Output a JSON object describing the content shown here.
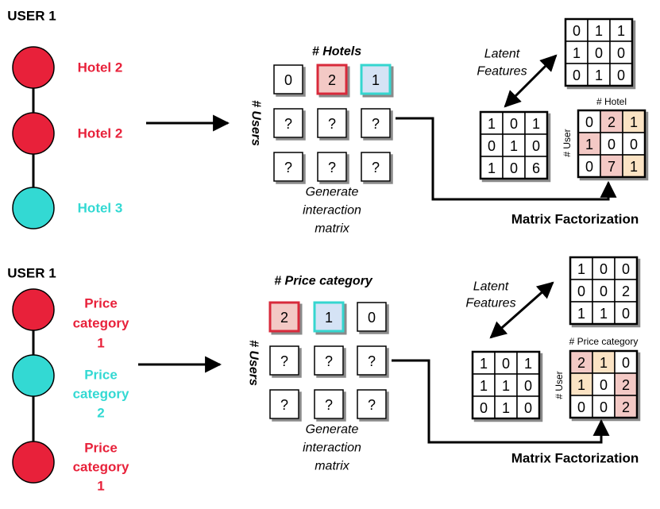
{
  "colors": {
    "red": "#e8213a",
    "cyan": "#33d9d3",
    "pink_fill": "#f3c9c5",
    "peach_fill": "#fbe3c4",
    "blue_fill": "#d5e3f5",
    "red_border": "#d8293b",
    "cyan_border": "#34d6cf"
  },
  "panels": [
    {
      "user_label": "USER 1",
      "nodes": [
        {
          "label": "Hotel 2",
          "color": "red"
        },
        {
          "label": "Hotel 2",
          "color": "red"
        },
        {
          "label": "Hotel 3",
          "color": "cyan"
        }
      ],
      "matrix_title": "# Hotels",
      "rows_label": "# Users",
      "top_row": [
        {
          "value": "0",
          "style": "plain"
        },
        {
          "value": "2",
          "style": "red"
        },
        {
          "value": "1",
          "style": "cyan"
        }
      ],
      "unknown_rows": [
        [
          "?",
          "?",
          "?"
        ],
        [
          "?",
          "?",
          "?"
        ]
      ],
      "generate_label": [
        "Generate",
        "interaction",
        "matrix"
      ],
      "latent_label": [
        "Latent",
        "Features"
      ],
      "item_factors": [
        [
          "0",
          "1",
          "1"
        ],
        [
          "1",
          "0",
          "0"
        ],
        [
          "0",
          "1",
          "0"
        ]
      ],
      "user_factors": [
        [
          "1",
          "0",
          "1"
        ],
        [
          "0",
          "1",
          "0"
        ],
        [
          "1",
          "0",
          "6"
        ]
      ],
      "result_col_label": "# Hotel",
      "result_row_label": "# User",
      "result": [
        [
          {
            "v": "0",
            "f": "none"
          },
          {
            "v": "2",
            "f": "pink"
          },
          {
            "v": "1",
            "f": "peach"
          }
        ],
        [
          {
            "v": "1",
            "f": "pink"
          },
          {
            "v": "0",
            "f": "none"
          },
          {
            "v": "0",
            "f": "none"
          }
        ],
        [
          {
            "v": "0",
            "f": "none"
          },
          {
            "v": "7",
            "f": "pink"
          },
          {
            "v": "1",
            "f": "peach"
          }
        ]
      ],
      "mf_label": "Matrix Factorization"
    },
    {
      "user_label": "USER 1",
      "nodes": [
        {
          "label": "Price category 1",
          "lines": [
            "Price",
            "category",
            "1"
          ],
          "color": "red"
        },
        {
          "label": "Price category 2",
          "lines": [
            "Price",
            "category",
            "2"
          ],
          "color": "cyan"
        },
        {
          "label": "Price category 1",
          "lines": [
            "Price",
            "category",
            "1"
          ],
          "color": "red"
        }
      ],
      "matrix_title": "# Price category",
      "rows_label": "# Users",
      "top_row": [
        {
          "value": "2",
          "style": "red"
        },
        {
          "value": "1",
          "style": "cyan"
        },
        {
          "value": "0",
          "style": "plain"
        }
      ],
      "unknown_rows": [
        [
          "?",
          "?",
          "?"
        ],
        [
          "?",
          "?",
          "?"
        ]
      ],
      "generate_label": [
        "Generate",
        "interaction",
        "matrix"
      ],
      "latent_label": [
        "Latent",
        "Features"
      ],
      "item_factors": [
        [
          "1",
          "0",
          "0"
        ],
        [
          "0",
          "0",
          "2"
        ],
        [
          "1",
          "1",
          "0"
        ]
      ],
      "user_factors": [
        [
          "1",
          "0",
          "1"
        ],
        [
          "1",
          "1",
          "0"
        ],
        [
          "0",
          "1",
          "0"
        ]
      ],
      "result_col_label": "# Price category",
      "result_row_label": "# User",
      "result": [
        [
          {
            "v": "2",
            "f": "pink"
          },
          {
            "v": "1",
            "f": "peach"
          },
          {
            "v": "0",
            "f": "none"
          }
        ],
        [
          {
            "v": "1",
            "f": "peach"
          },
          {
            "v": "0",
            "f": "none"
          },
          {
            "v": "2",
            "f": "pink"
          }
        ],
        [
          {
            "v": "0",
            "f": "none"
          },
          {
            "v": "0",
            "f": "none"
          },
          {
            "v": "2",
            "f": "pink"
          }
        ]
      ],
      "mf_label": "Matrix Factorization"
    }
  ]
}
